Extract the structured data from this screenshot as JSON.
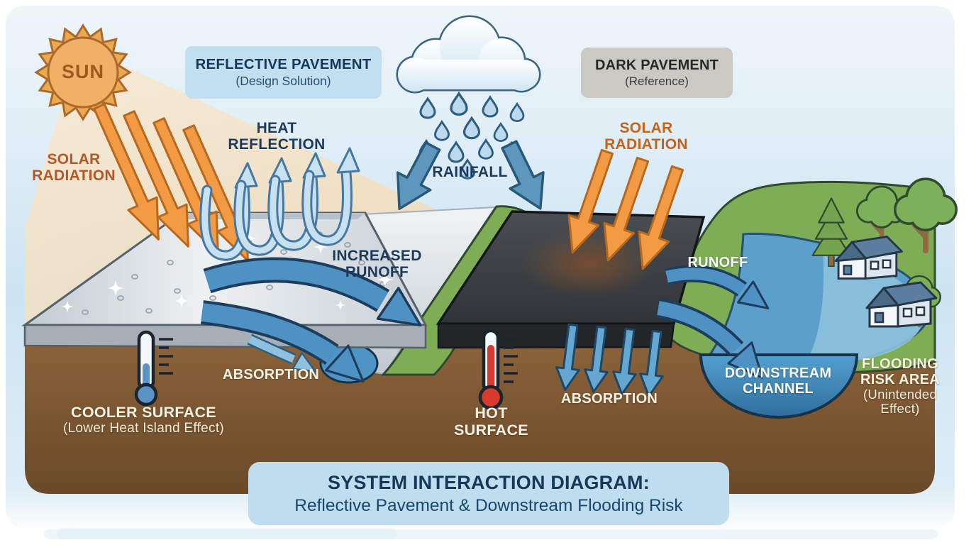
{
  "title_banner": {
    "line1": "SYSTEM INTERACTION DIAGRAM:",
    "line2": "Reflective Pavement & Downstream Flooding Risk"
  },
  "callouts": {
    "reflective_pavement": {
      "title": "REFLECTIVE PAVEMENT",
      "subtitle": "(Design Solution)"
    },
    "dark_pavement": {
      "title": "DARK PAVEMENT",
      "subtitle": "(Reference)"
    }
  },
  "labels": {
    "sun": "SUN",
    "solar_radiation_left_1": "SOLAR",
    "solar_radiation_left_2": "RADIATION",
    "solar_radiation_right_1": "SOLAR",
    "solar_radiation_right_2": "RADIATION",
    "heat_reflection_1": "HEAT",
    "heat_reflection_2": "REFLECTION",
    "rainfall": "RAINFALL",
    "increased_runoff_1": "INCREASED",
    "increased_runoff_2": "RUNOFF",
    "runoff": "RUNOFF",
    "absorption_left": "ABSORPTION",
    "absorption_right": "ABSORPTION",
    "cooler_surface_title": "COOLER SURFACE",
    "cooler_surface_sub": "(Lower Heat Island Effect)",
    "hot_surface_1": "HOT",
    "hot_surface_2": "SURFACE",
    "downstream_channel_1": "DOWNSTREAM",
    "downstream_channel_2": "CHANNEL",
    "flooding_risk_1": "FLOODING",
    "flooding_risk_2": "RISK AREA",
    "flooding_risk_3": "(Unintended",
    "flooding_risk_4": "Effect)"
  },
  "colors": {
    "sky": "#C9E2F0",
    "sun": "#F0B167",
    "sunbeam": "#F9DCB4",
    "solar_arrow": "#F29A44",
    "reflection_arrow": "#C8E1F1",
    "rain_arrow": "#5E97BE",
    "runoff_arrow": "#4E92C4",
    "water_channel": "#5D9FCB",
    "flood_water": "#8EC1DD",
    "ground_brown": "#7A5531",
    "reflective_pavement": "#DCE1E5",
    "dark_pavement": "#3A3E42",
    "hill_green": "#7FAD55",
    "label_navy": "#16395B",
    "label_orange": "#B2592A",
    "box_blue": "#C2DFEF",
    "box_gray": "#CBC9C4",
    "text_cream": "#F7F1E3",
    "thermometer_cold": "#5B94C4",
    "thermometer_hot": "#D83A2E"
  }
}
